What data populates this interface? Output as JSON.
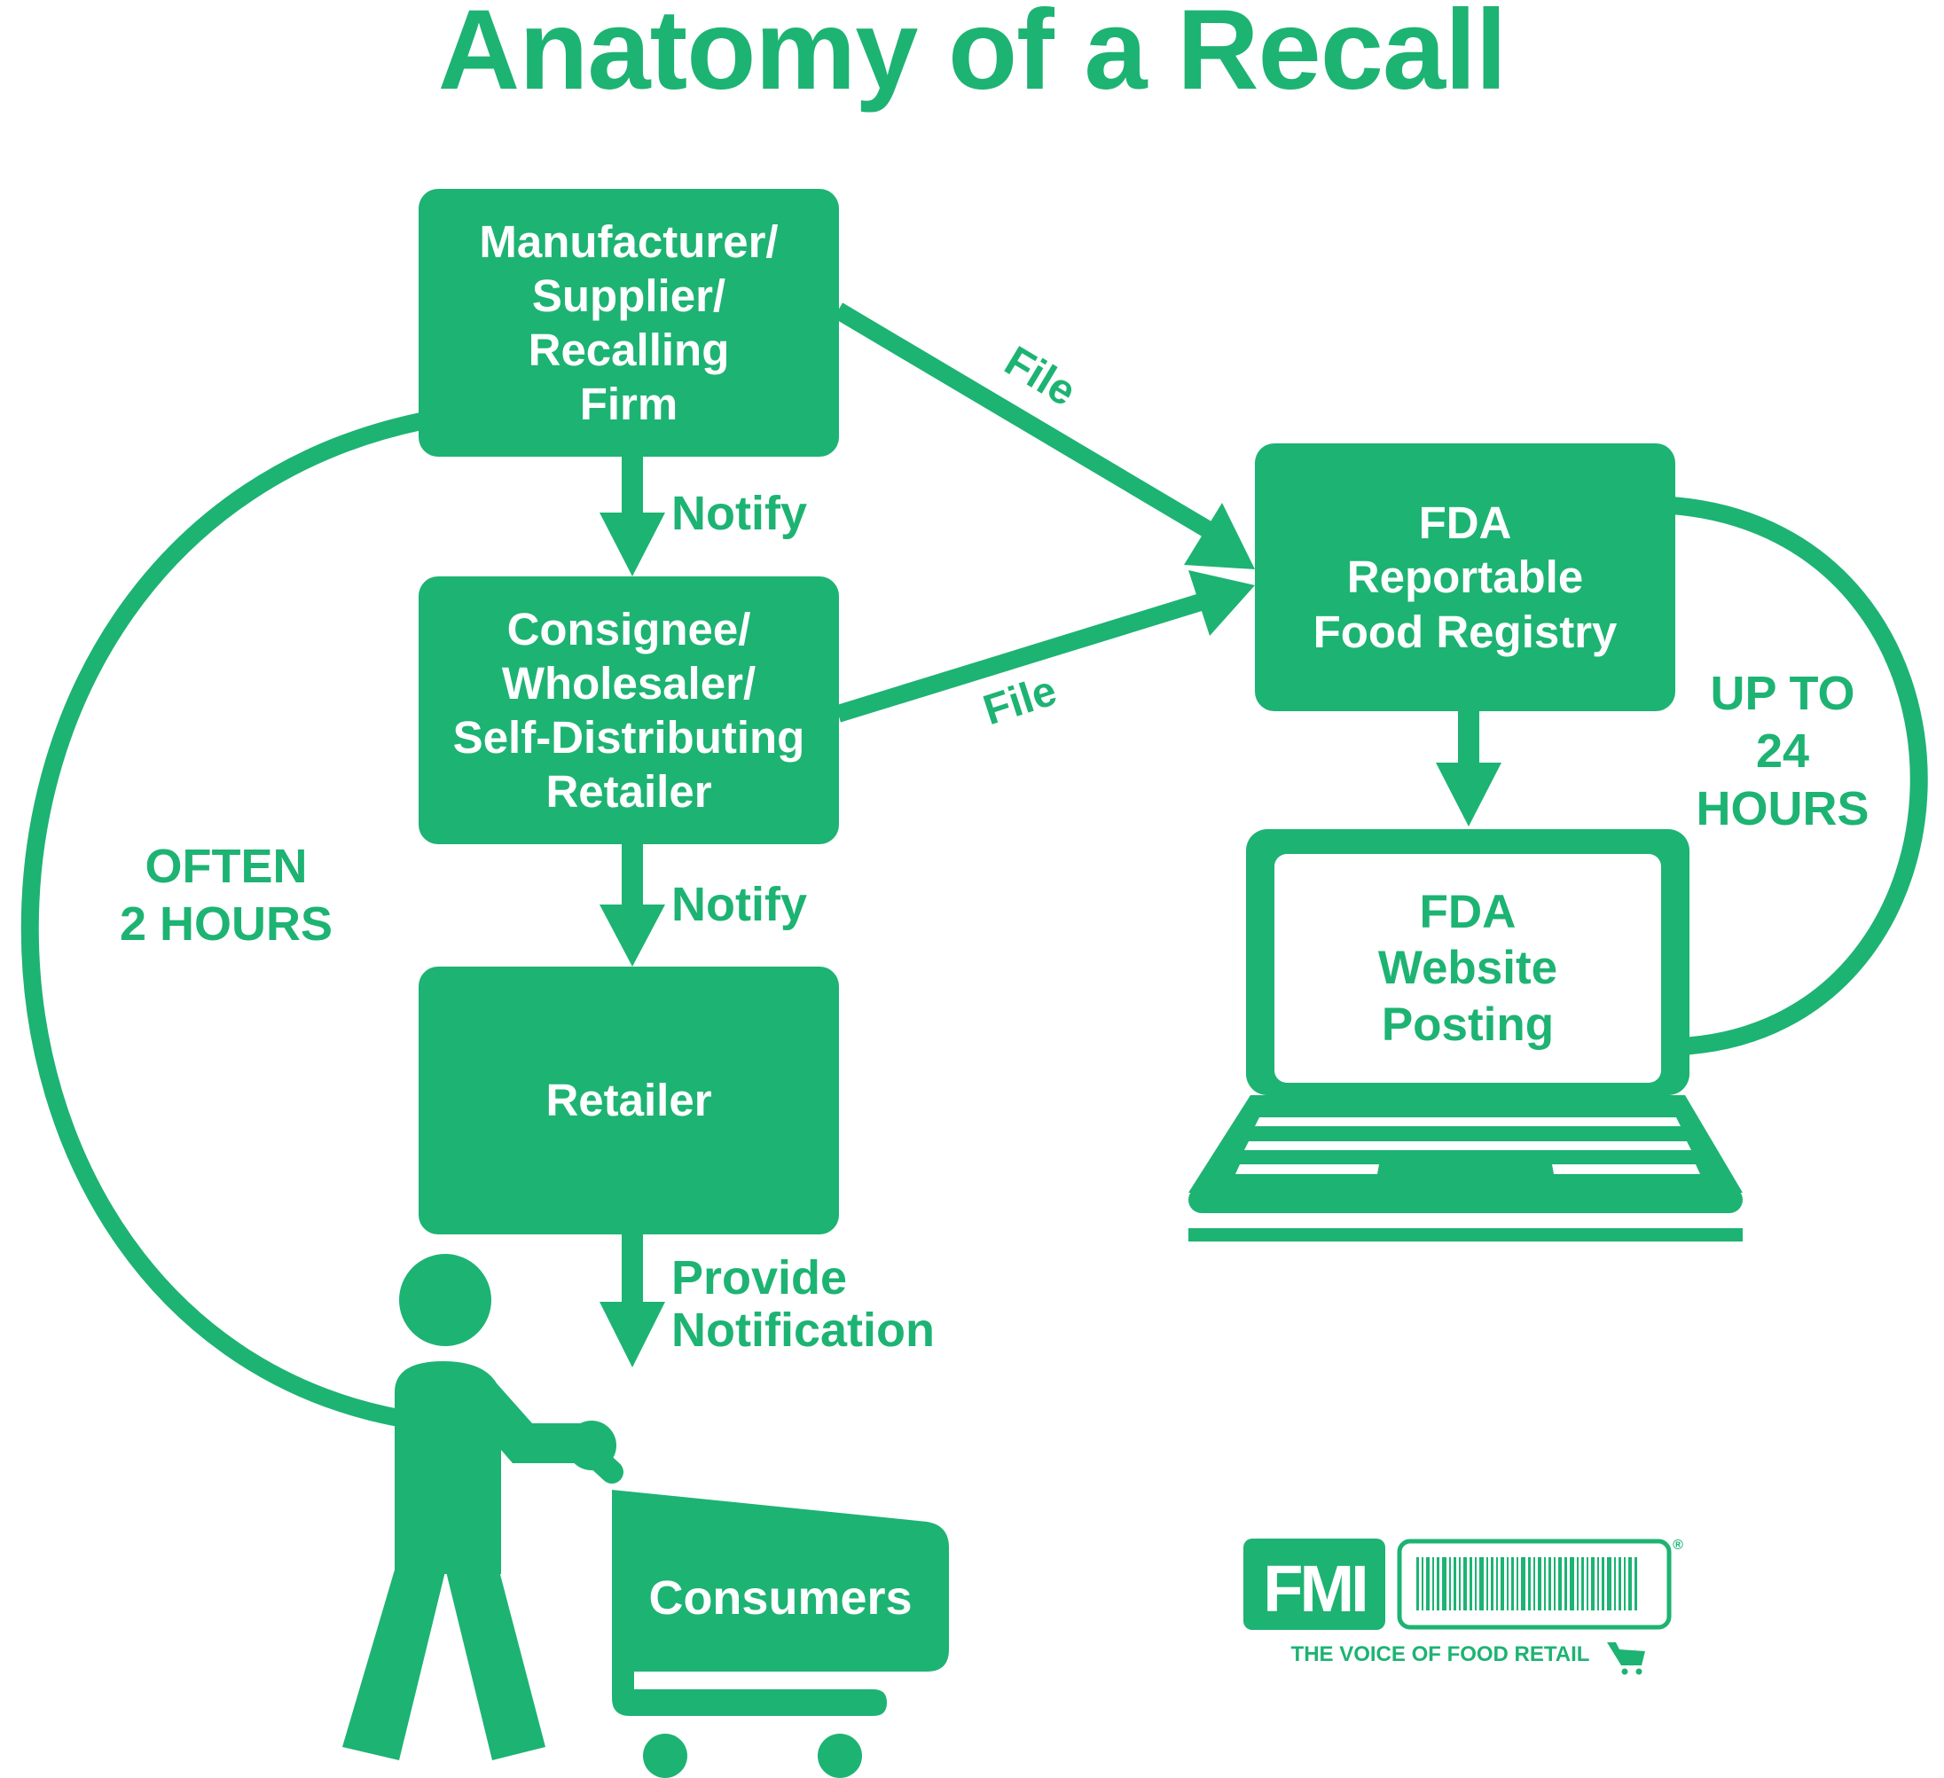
{
  "title": "Anatomy of a Recall",
  "colors": {
    "brand_green": "#1db373",
    "background": "#ffffff"
  },
  "nodes": {
    "manufacturer": "Manufacturer/\nSupplier/\nRecalling\nFirm",
    "consignee": "Consignee/\nWholesaler/\nSelf-Distributing\nRetailer",
    "retailer": "Retailer",
    "fda_registry": "FDA\nReportable\nFood Registry",
    "fda_website": "FDA\nWebsite\nPosting",
    "consumers": "Consumers"
  },
  "edges": {
    "notify_1": "Notify",
    "notify_2": "Notify",
    "provide_notification": "Provide\nNotification",
    "file_1": "File",
    "file_2": "File"
  },
  "timings": {
    "often": "OFTEN\n2 HOURS",
    "up_to": "UP TO\n24\nHOURS"
  },
  "icons": {
    "shopper": "shopper-with-cart-icon",
    "laptop": "laptop-icon"
  },
  "logo": {
    "name": "FMI",
    "tagline": "THE VOICE OF FOOD RETAIL",
    "registered_mark": "®"
  }
}
